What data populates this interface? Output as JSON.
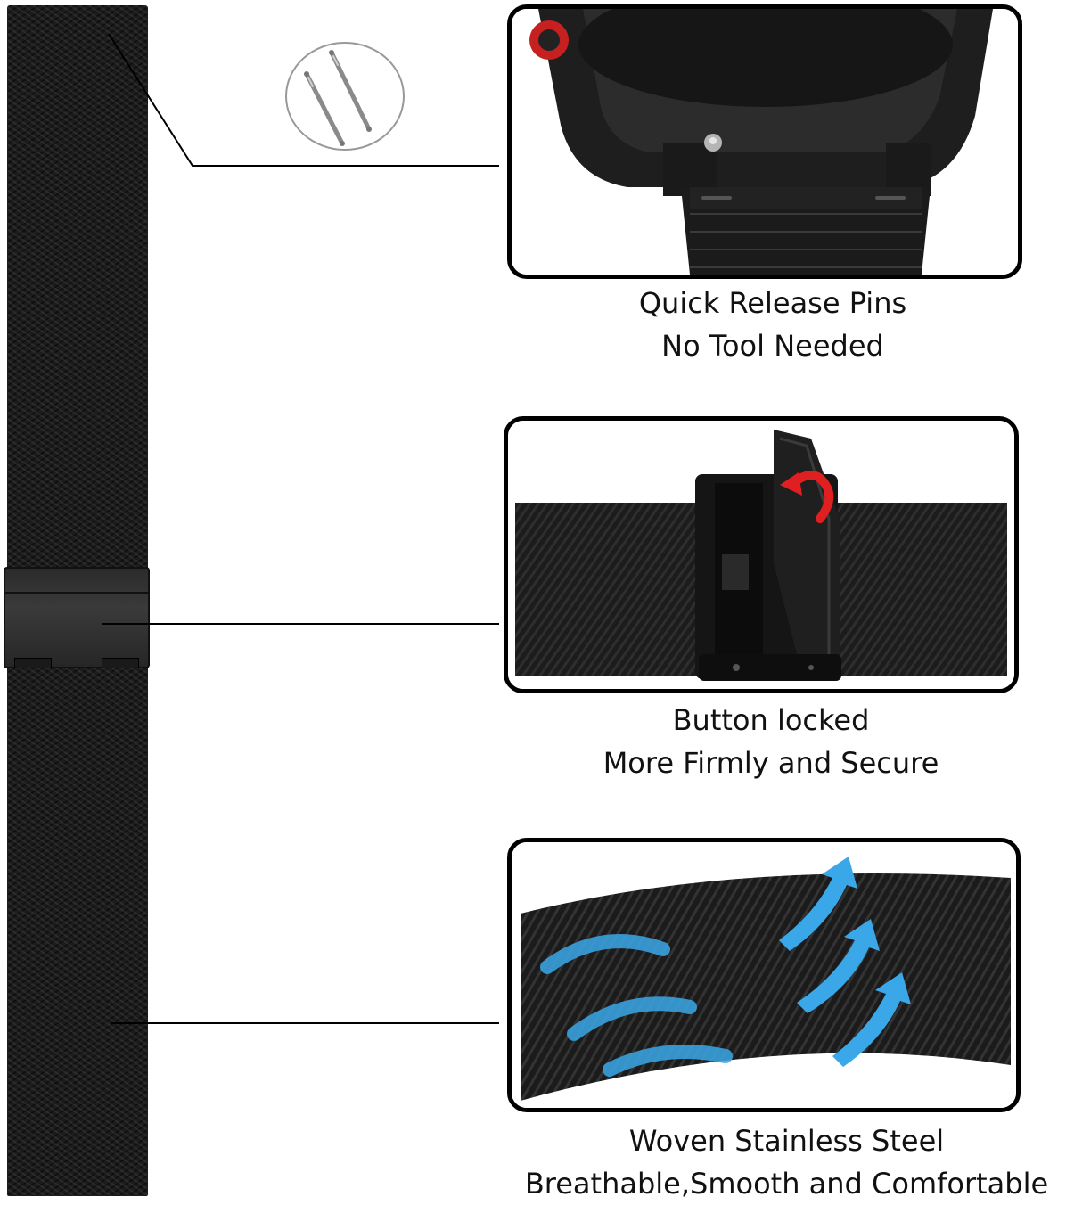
{
  "features": [
    {
      "caption_line1": "Quick Release Pins",
      "caption_line2": "No Tool Needed",
      "icon": "quick-release-pin-icon"
    },
    {
      "caption_line1": "Button locked",
      "caption_line2": "More Firmly and Secure",
      "icon": "clasp-lock-icon"
    },
    {
      "caption_line1": "Woven Stainless Steel",
      "caption_line2": "Breathable,Smooth and Comfortable",
      "icon": "airflow-arrows-icon"
    }
  ],
  "colors": {
    "strap": "#1c1c1c",
    "release_arrow": "#e02020",
    "airflow": "#3aa8e8"
  }
}
